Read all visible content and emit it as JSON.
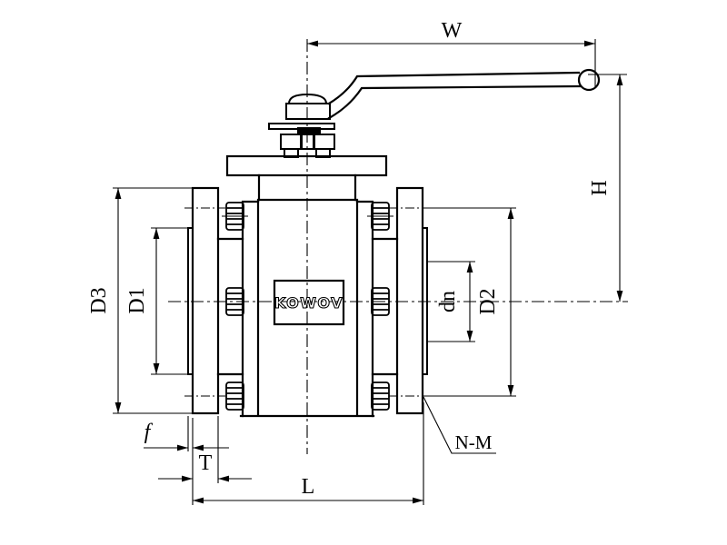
{
  "drawing": {
    "colors": {
      "line": "#000000",
      "background": "#ffffff"
    },
    "nameplate": {
      "logo_text": "KOWOV"
    },
    "dimension_labels": {
      "w": "W",
      "h": "H",
      "d3": "D3",
      "d1": "D1",
      "dn": "dn",
      "d2": "D2",
      "l": "L",
      "f": "f",
      "t": "T",
      "n_m": "N-M"
    }
  }
}
